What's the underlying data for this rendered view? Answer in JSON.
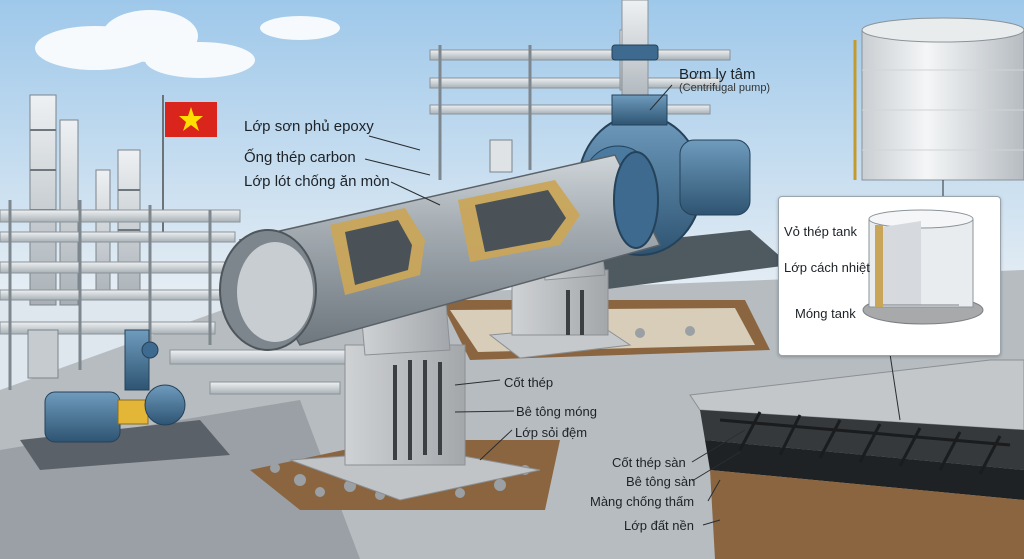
{
  "pipe_labels": {
    "epoxy_coating": "Lớp sơn phủ epoxy",
    "carbon_steel_pipe": "Ống thép carbon",
    "anti_corrosion_lining": "Lớp lót chống ăn mòn"
  },
  "pump_labels": {
    "title": "Bơm ly tâm",
    "subtitle": "(Centrifugal pump)"
  },
  "foundation_labels": {
    "rebar": "Cốt thép",
    "foundation_concrete": "Bê tông móng",
    "gravel_bed": "Lớp sỏi đệm"
  },
  "tank_inset_labels": {
    "steel_shell": "Vỏ thép tank",
    "insulation": "Lớp cách nhiệt",
    "foundation": "Móng tank"
  },
  "floor_labels": {
    "floor_rebar": "Cốt thép sàn",
    "floor_concrete": "Bê tông sàn",
    "waterproof_membrane": "Màng chống thấm",
    "subgrade": "Lớp đất nền"
  },
  "colors": {
    "sky_top": "#9ec8ea",
    "pipe_steel": "#8e989f",
    "pipe_epoxy": "#c9a55a",
    "pump_blue": "#3d6a8e",
    "concrete": "#b9bcbe",
    "soil": "#8a6540",
    "flag_red": "#da251d",
    "flag_star": "#ffde00"
  }
}
